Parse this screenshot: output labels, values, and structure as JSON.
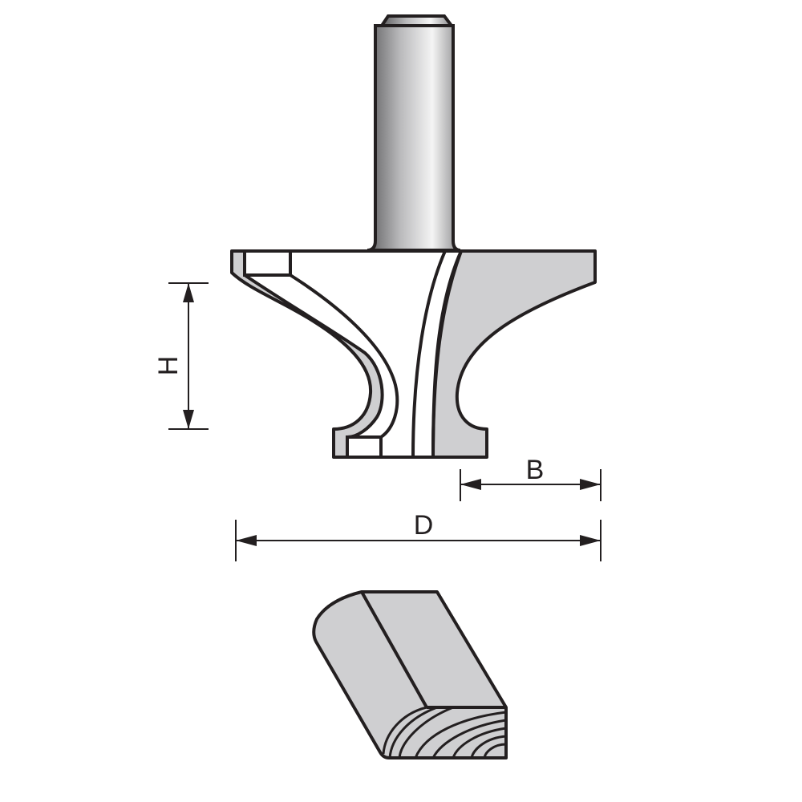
{
  "diagram": {
    "subject": "router bit profile",
    "labels": {
      "height": "H",
      "width": "B",
      "diameter": "D"
    },
    "colors": {
      "line": "#231f20",
      "fill_gray": "#cfcfd1",
      "background": "#ffffff",
      "shank_dark": "#6e6e70",
      "shank_light": "#f2f2f2"
    },
    "parts": [
      "shank",
      "cutter-body",
      "carbide-tip-left",
      "carbide-tip-right",
      "dimension-H",
      "dimension-B",
      "dimension-D",
      "workpiece-profile"
    ]
  }
}
